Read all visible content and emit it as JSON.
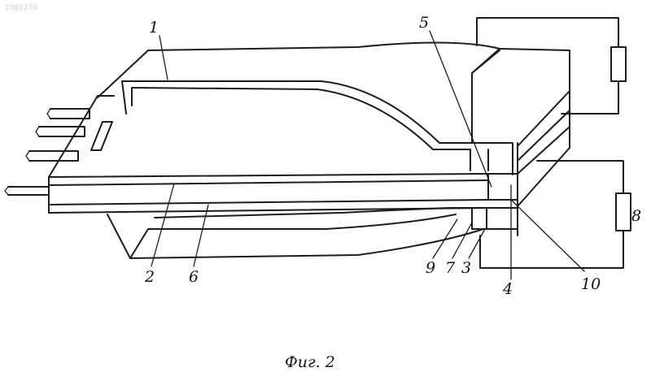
{
  "figure": {
    "caption": "Фиг. 2",
    "corner_mark": "1085270",
    "callouts": [
      {
        "id": "1",
        "text": "1"
      },
      {
        "id": "2",
        "text": "2"
      },
      {
        "id": "3",
        "text": "3"
      },
      {
        "id": "4",
        "text": "4"
      },
      {
        "id": "5",
        "text": "5"
      },
      {
        "id": "6",
        "text": "6"
      },
      {
        "id": "7",
        "text": "7"
      },
      {
        "id": "8",
        "text": "8"
      },
      {
        "id": "9",
        "text": "9"
      },
      {
        "id": "10",
        "text": "10"
      }
    ]
  },
  "colors": {
    "ink": "#1c1c1c",
    "paper": "#ffffff"
  }
}
